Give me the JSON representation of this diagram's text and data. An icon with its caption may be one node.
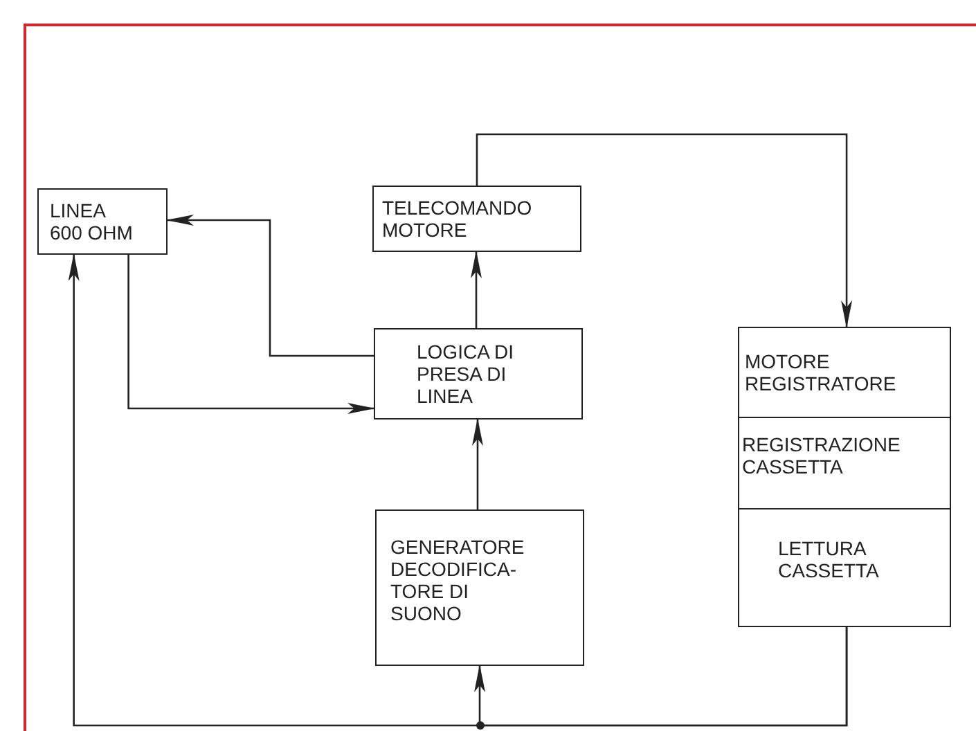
{
  "diagram": {
    "nodes": [
      {
        "text": [
          "LINEA 600 OHM"
        ]
      },
      {
        "text": [
          "TELECOMANDO MOTORE"
        ]
      },
      {
        "text": [
          "LOGICA DI PRESA DI LINEA"
        ]
      },
      {
        "text": [
          "GENERATORE DECODIFICA- TORE DI SUONO"
        ]
      },
      {
        "text": [
          "MOTORE REGISTRATORE"
        ]
      },
      {
        "text": [
          "REGISTRAZIONE CASSETTA"
        ]
      },
      {
        "text": [
          "LETTURA CASSETTA"
        ]
      }
    ],
    "edges": [
      {
        "from": 1,
        "to": 4,
        "arrow": "to"
      },
      {
        "from": 2,
        "to": 0,
        "arrow": "to"
      },
      {
        "from": 0,
        "to": 2,
        "arrow": "to"
      },
      {
        "from": 2,
        "to": 1,
        "arrow": "to"
      },
      {
        "from": 3,
        "to": 2,
        "arrow": "to"
      },
      {
        "from": 6,
        "to": 3,
        "arrow": "to"
      },
      {
        "from": 6,
        "to": 0,
        "arrow": "to"
      }
    ]
  }
}
